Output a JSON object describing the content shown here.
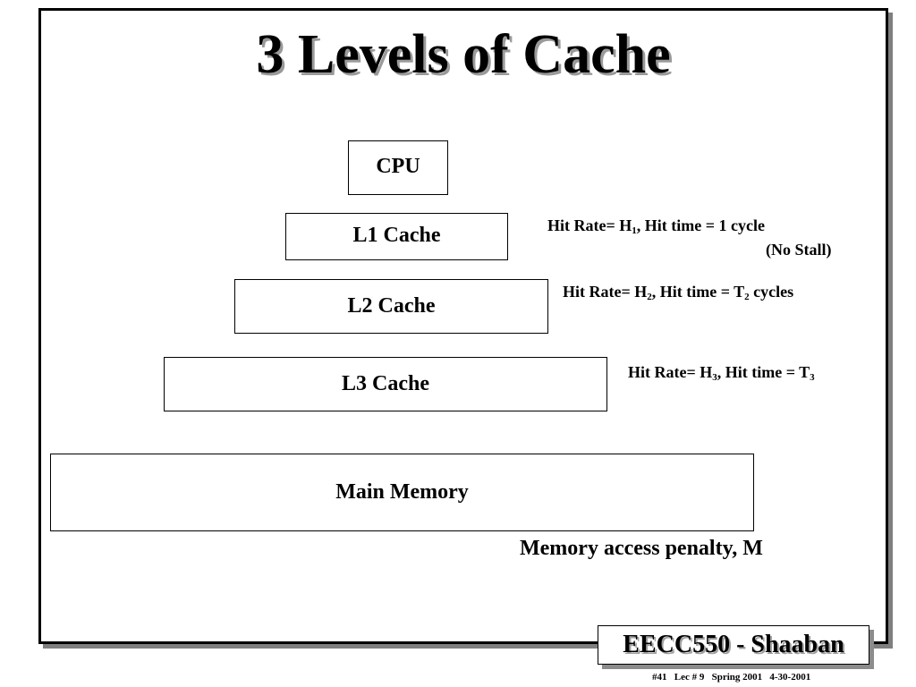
{
  "slide": {
    "title": "3 Levels of Cache"
  },
  "hierarchy": {
    "cpu": "CPU",
    "l1": "L1 Cache",
    "l2": "L2 Cache",
    "l3": "L3 Cache",
    "main_memory": "Main Memory"
  },
  "annotations": {
    "l1": {
      "prefix": "Hit Rate= H",
      "sub": "1",
      "suffix": ", Hit time = 1 cycle",
      "line2": "(No Stall)"
    },
    "l2": {
      "prefix": "Hit Rate= H",
      "sub": "2",
      "middle": ",  Hit time = T",
      "sub2": "2",
      "suffix": "  cycles"
    },
    "l3": {
      "prefix": "Hit Rate= H",
      "sub": "3",
      "middle": ",  Hit time = T",
      "sub2": "3"
    },
    "memory_penalty": "Memory access penalty, M"
  },
  "footer": {
    "badge": "EECC550 - Shaaban",
    "info": "#41   Lec # 9   Spring 2001   4-30-2001"
  },
  "colors": {
    "border": "#000000",
    "shadow": "#7f7f7f",
    "background": "#ffffff"
  }
}
